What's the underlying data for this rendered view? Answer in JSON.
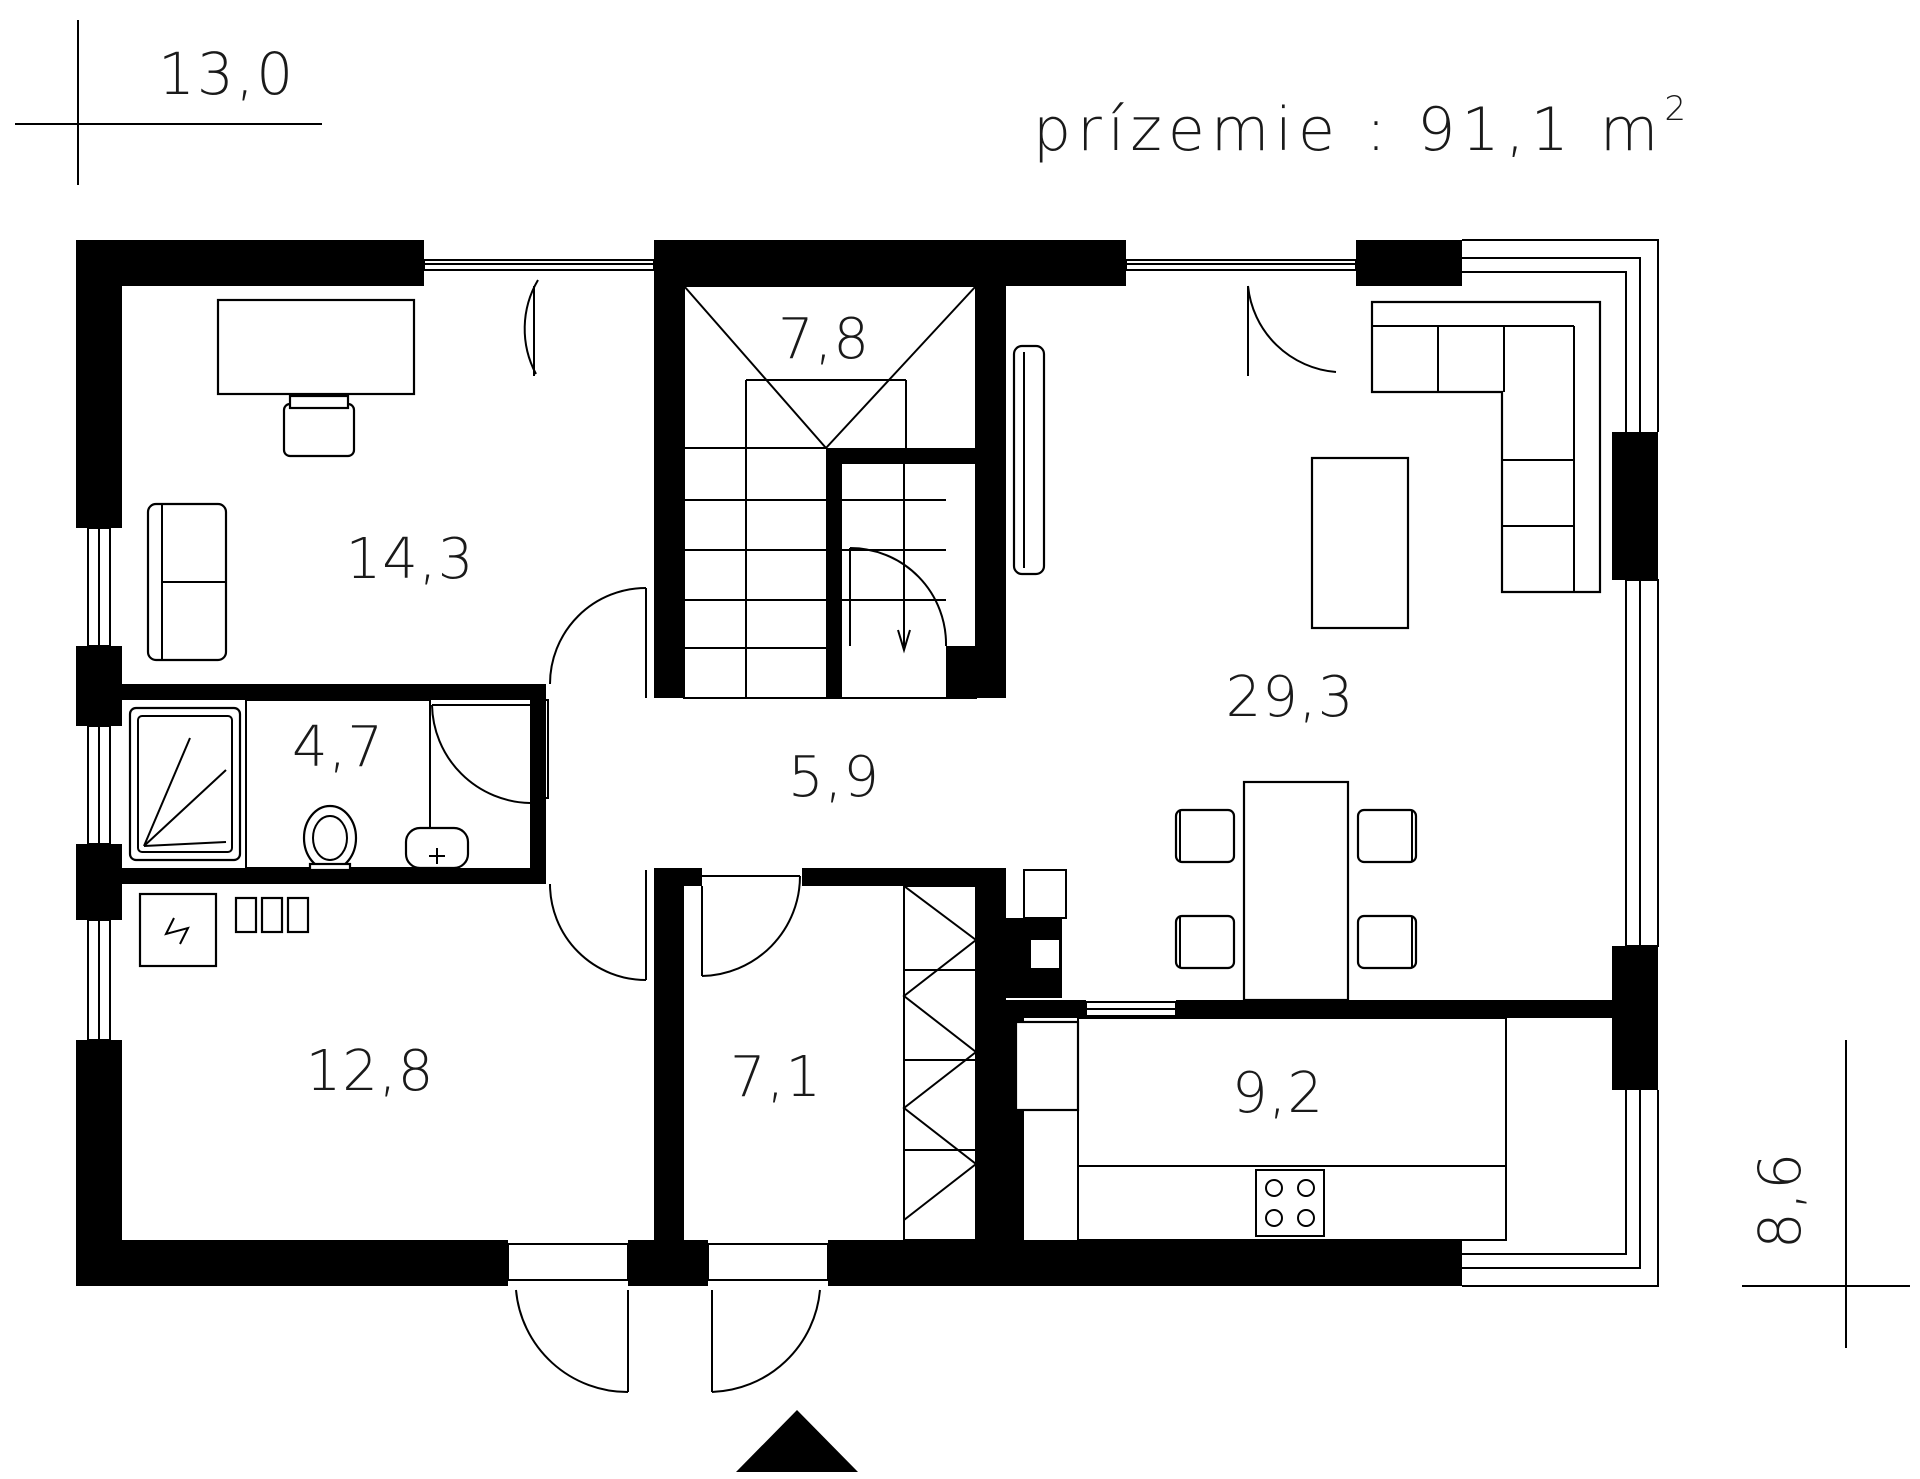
{
  "header": {
    "title": "prízemie : 91,1 m",
    "title_sup": "2"
  },
  "dimensions": {
    "width": "13,0",
    "depth": "8,6"
  },
  "rooms": [
    {
      "id": "study",
      "area": "14,3"
    },
    {
      "id": "stair",
      "area": "7,8"
    },
    {
      "id": "living",
      "area": "29,3"
    },
    {
      "id": "bath",
      "area": "4,7"
    },
    {
      "id": "hall",
      "area": "5,9"
    },
    {
      "id": "utility",
      "area": "12,8"
    },
    {
      "id": "entry",
      "area": "7,1"
    },
    {
      "id": "kitchen",
      "area": "9,2"
    }
  ]
}
